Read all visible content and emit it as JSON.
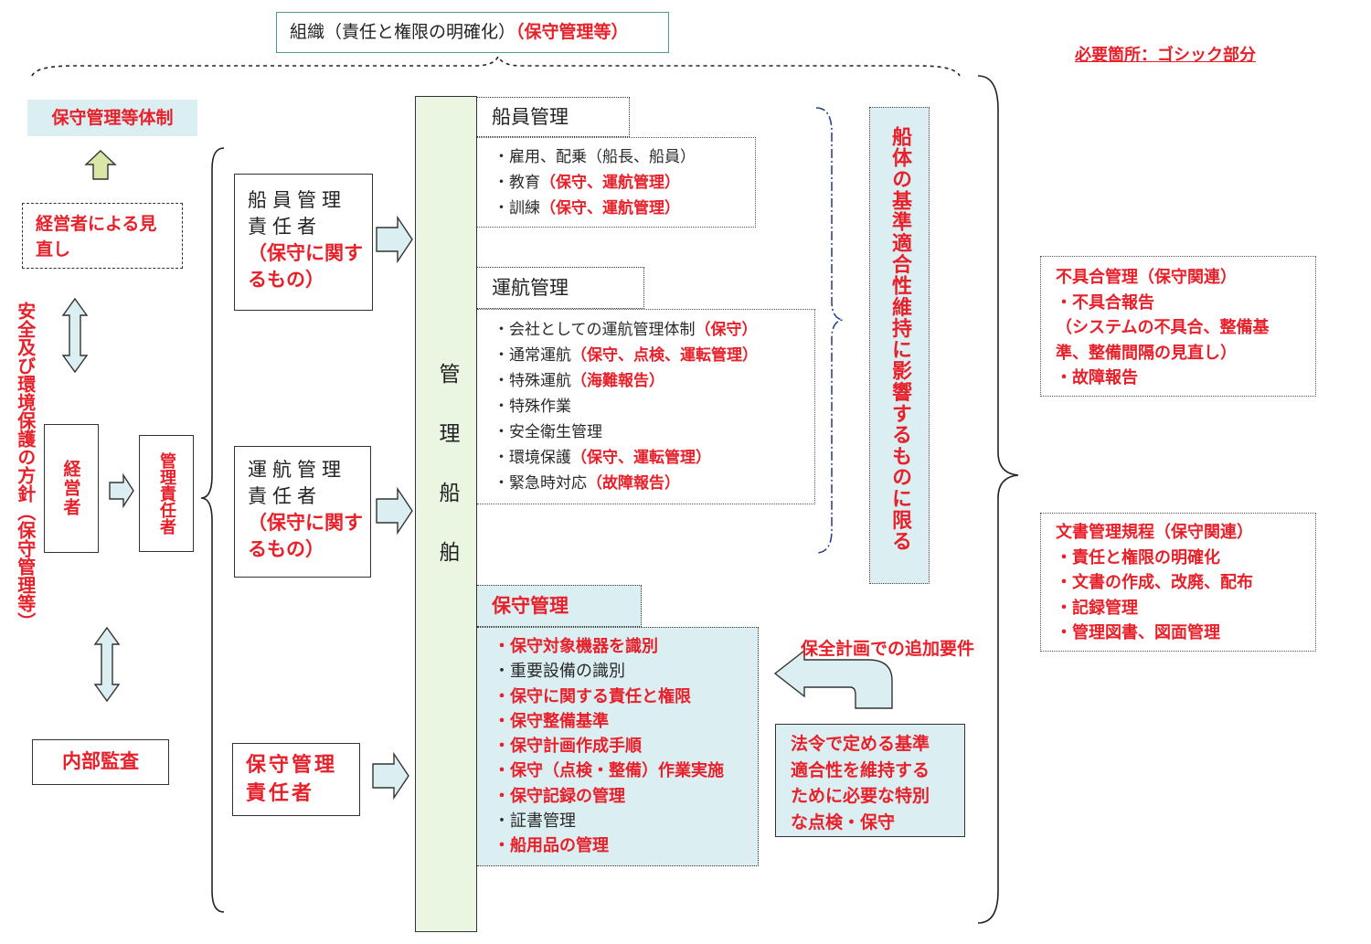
{
  "header": {
    "org_title_black": "組織（責任と権限の明確化）",
    "org_title_red": "（保守管理等）",
    "note": "必要箇所：ゴシック部分"
  },
  "left": {
    "system": "保守管理等体制",
    "review": "経営者による見直し",
    "policy": "安全及び環境保護の方針（保守管理等）",
    "executive": "経営者",
    "manager": "管理責任者",
    "audit": "内部監査"
  },
  "responsibles": {
    "crew_title": "船員管理責任者",
    "crew_note": "（保守に関するもの）",
    "ops_title": "運航管理責任者",
    "ops_note": "（保守に関するもの）",
    "maint_title": "保守管理責任者"
  },
  "ship": {
    "label": "管理船舶"
  },
  "crew_mgmt": {
    "header": "船員管理",
    "items": [
      {
        "text": "・雇用、配乗（船長、船員）",
        "note": ""
      },
      {
        "text": "・教育",
        "note": "（保守、運航管理）"
      },
      {
        "text": "・訓練",
        "note": "（保守、運航管理）"
      }
    ]
  },
  "ops_mgmt": {
    "header": "運航管理",
    "items": [
      {
        "text": "・会社としての運航管理体制",
        "note": "（保守）"
      },
      {
        "text": "・通常運航",
        "note": "（保守、点検、運転管理）"
      },
      {
        "text": "・特殊運航",
        "note": "（海難報告）"
      },
      {
        "text": "・特殊作業",
        "note": ""
      },
      {
        "text": "・安全衛生管理",
        "note": ""
      },
      {
        "text": "・環境保護",
        "note": "（保守、運転管理）"
      },
      {
        "text": "・緊急時対応",
        "note": "（故障報告）"
      }
    ]
  },
  "maint_mgmt": {
    "header": "保守管理",
    "items": [
      {
        "text": "・保守対象機器を識別",
        "red": true
      },
      {
        "text": "・重要設備の識別",
        "red": false
      },
      {
        "text": "・保守に関する責任と権限",
        "red": true
      },
      {
        "text": "・保守整備基準",
        "red": true
      },
      {
        "text": "・保守計画作成手順",
        "red": true
      },
      {
        "text": "・保守（点検・整備）作業実施",
        "red": true
      },
      {
        "text": "・保守記録の管理",
        "red": true
      },
      {
        "text": "・証書管理",
        "red": false
      },
      {
        "text": "・船用品の管理",
        "red": true
      }
    ]
  },
  "vertical_note": "船体の基準適合性維持に影響するものに限る",
  "extra": {
    "arrow_label": "保全計画での追加要件",
    "box_lines": [
      "法令で定める基準",
      "適合性を維持する",
      "ために必要な特別",
      "な点検・保守"
    ]
  },
  "defect": {
    "lines": [
      "不具合管理（保守関連）",
      "・不具合報告",
      "（システムの不具合、整備基",
      "準、整備間隔の見直し）",
      "・故障報告"
    ]
  },
  "docs": {
    "lines": [
      "文書管理規程（保守関連）",
      "・責任と権限の明確化",
      "・文書の作成、改廃、配布",
      "・記録管理",
      "・管理図書、図面管理"
    ]
  },
  "colors": {
    "accent_red": "#e8202a",
    "light_blue": "#dbeef2",
    "ship_green": "#eaf5e2",
    "arrow_green": "#d8e6a8",
    "teal_border": "#4a9a96"
  }
}
